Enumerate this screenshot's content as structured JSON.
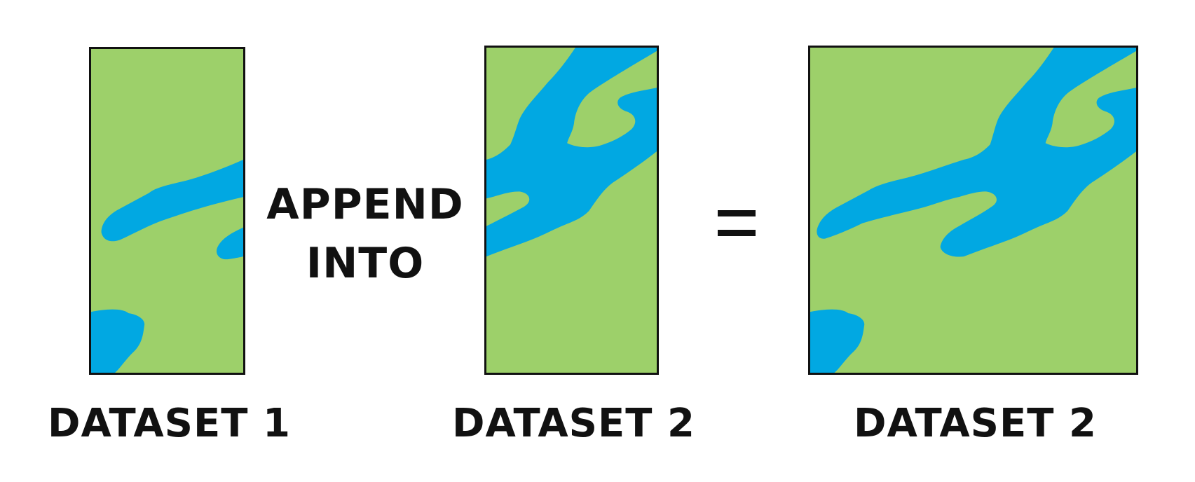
{
  "colors": {
    "land": "#9dd06a",
    "water": "#01a8e2",
    "border": "#111111",
    "text": "#111111",
    "background": "#ffffff"
  },
  "panels": [
    {
      "caption": "DATASET 1"
    },
    {
      "caption": "DATASET 2"
    },
    {
      "caption": "DATASET 2"
    }
  ],
  "operator": {
    "line1": "APPEND",
    "line2": "INTO",
    "equals": "="
  }
}
